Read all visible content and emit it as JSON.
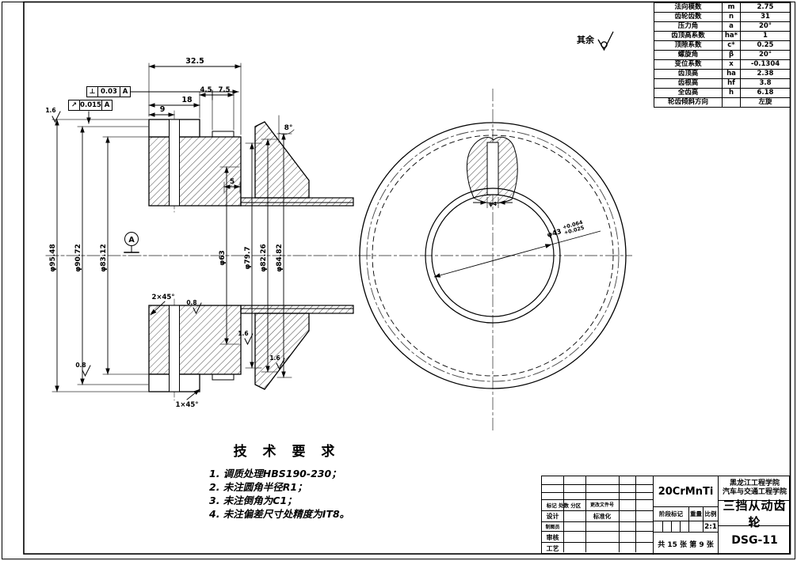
{
  "sheet": {
    "surface_note": "其余"
  },
  "gear_table": {
    "rows": [
      {
        "name": "法向模数",
        "sym": "m",
        "val": "2.75"
      },
      {
        "name": "齿轮齿数",
        "sym": "n",
        "val": "31"
      },
      {
        "name": "压力角",
        "sym": "a",
        "val": "20°"
      },
      {
        "name": "齿顶高系数",
        "sym": "ha*",
        "val": "1"
      },
      {
        "name": "顶隙系数",
        "sym": "c*",
        "val": "0.25"
      },
      {
        "name": "螺旋角",
        "sym": "β",
        "val": "20°"
      },
      {
        "name": "变位系数",
        "sym": "x",
        "val": "-0.1304"
      },
      {
        "name": "齿顶高",
        "sym": "ha",
        "val": "2.38"
      },
      {
        "name": "齿根高",
        "sym": "hf",
        "val": "3.8"
      },
      {
        "name": "全齿高",
        "sym": "h",
        "val": "6.18"
      },
      {
        "name": "轮齿倾斜方向",
        "sym": "",
        "val": "左旋"
      }
    ]
  },
  "section": {
    "dims": {
      "total_width": "32.5",
      "rim_width": "18",
      "step1": "4.5",
      "step2": "7.5",
      "hole_offset": "9",
      "step3": "5",
      "cone_angle": "8°"
    },
    "diameters": {
      "tip": "φ95.48",
      "cone": "φ90.72",
      "root": "φ83.12",
      "hub": "φ63",
      "d797": "φ79.7",
      "d8226": "φ82.26",
      "d8482": "φ84.82"
    },
    "chamfers": {
      "bore": "2×45°",
      "edge": "1×45°"
    },
    "gdt": {
      "perp_sym": "⊥",
      "perp_val": "0.03",
      "perp_ref": "A",
      "runout_sym": "↗",
      "runout_val": "0.015",
      "runout_ref": "A",
      "datum": "A"
    },
    "roughness": {
      "r1": "1.6",
      "r2": "0.8",
      "r3": "1.6",
      "r4": "1.6",
      "r5": "0.8"
    }
  },
  "front": {
    "oil_hole": "φ4",
    "bore": "φ43",
    "bore_tol_up": "+0.064",
    "bore_tol_low": "+0.025"
  },
  "tech": {
    "title": "技 术 要 求",
    "items": [
      "1. 调质处理HBS190-230；",
      "2. 未注圆角半径R1；",
      "3. 未注倒角为C1；",
      "4. 未注偏差尺寸处精度为IT8。"
    ]
  },
  "title_block": {
    "material": "20CrMnTi",
    "company_line1": "黑龙江工程学院",
    "company_line2": "汽车与交通工程学院",
    "part_name": "三挡从动齿轮",
    "drawing_no": "DSG-11",
    "stage_label": "阶段标记",
    "weight_label": "重量",
    "scale_label": "比例",
    "scale": "2:1",
    "sheet_note": "共 15 张 第 9 张",
    "rev_header": "标记 处数 分区",
    "rev_header2": "更改文件号",
    "row_design": "设计",
    "row_std": "标准化",
    "row_draft": "制图员",
    "row_check": "审核",
    "row_process": "工艺"
  }
}
